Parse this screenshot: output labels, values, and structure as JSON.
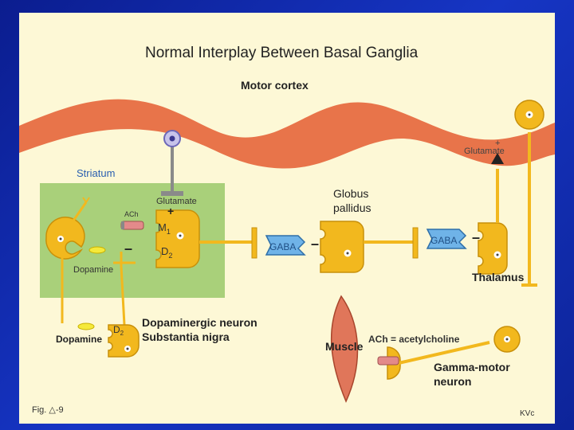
{
  "title": "Normal Interplay Between Basal Ganglia",
  "labels": {
    "motor_cortex": "Motor cortex",
    "glutamate_top": "Glutamate",
    "glutamate_top_sign": "+",
    "striatum": "Striatum",
    "glutamate": "Glutamate",
    "glutamate_sign": "+",
    "ach": "ACh",
    "m1": "M",
    "m1_sub": "1",
    "d2": "D",
    "d2_sub": "2",
    "dopamine_inner": "Dopamine",
    "minus_striatum": "–",
    "gaba_1": "GABA",
    "gaba_2": "GABA",
    "minus_gaba_1": "–",
    "minus_gaba_2": "–",
    "globus_pallidus_line1": "Globus",
    "globus_pallidus_line2": "pallidus",
    "thalamus": "Thalamus",
    "dopamine_outer": "Dopamine",
    "d2_lower": "D",
    "d2_lower_sub": "2",
    "dopaminergic_line1": "Dopaminergic neuron",
    "dopaminergic_line2": "Substantia  nigra",
    "muscle": "Muscle",
    "ach_def": "ACh = acetylcholine",
    "gamma_line1": "Gamma-motor",
    "gamma_line2": "neuron",
    "fig": "Fig. △-9",
    "credit": "KVc"
  },
  "colors": {
    "background": "#1635c4",
    "slide": "#fdf8d6",
    "cortex": "#e8744a",
    "neuron": "#f2b81e",
    "neuron_stroke": "#c8900a",
    "striatum_box": "#a9d07a",
    "gaba_cell": "#6fb3e8",
    "muscle": "#e0765a",
    "ach_bar": "#e38a8a"
  }
}
